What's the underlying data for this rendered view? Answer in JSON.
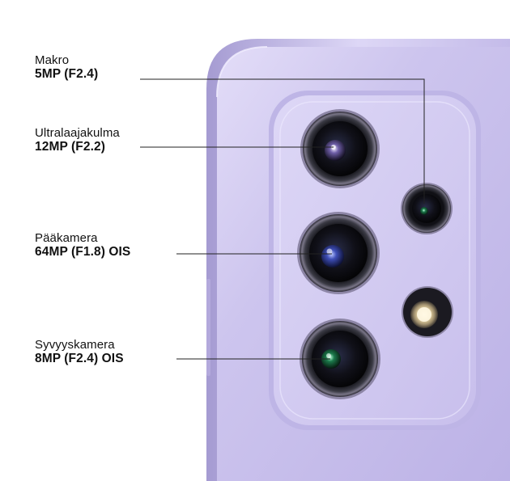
{
  "colors": {
    "phone_body": "#c9c1ec",
    "phone_shadow": "#aaa0d6",
    "phone_highlight": "#e4def8",
    "camera_module": "#d5cef2",
    "lens_ring": "#2a2a33",
    "lens_glass": "#0d0d14",
    "leader_line": "#222222"
  },
  "labels": [
    {
      "name": "Makro",
      "spec": "5MP (F2.4)"
    },
    {
      "name": "Ultralaajakulma",
      "spec": "12MP (F2.2)"
    },
    {
      "name": "Pääkamera",
      "spec": "64MP (F1.8) OIS"
    },
    {
      "name": "Syvyyskamera",
      "spec": "8MP (F2.4) OIS"
    }
  ]
}
